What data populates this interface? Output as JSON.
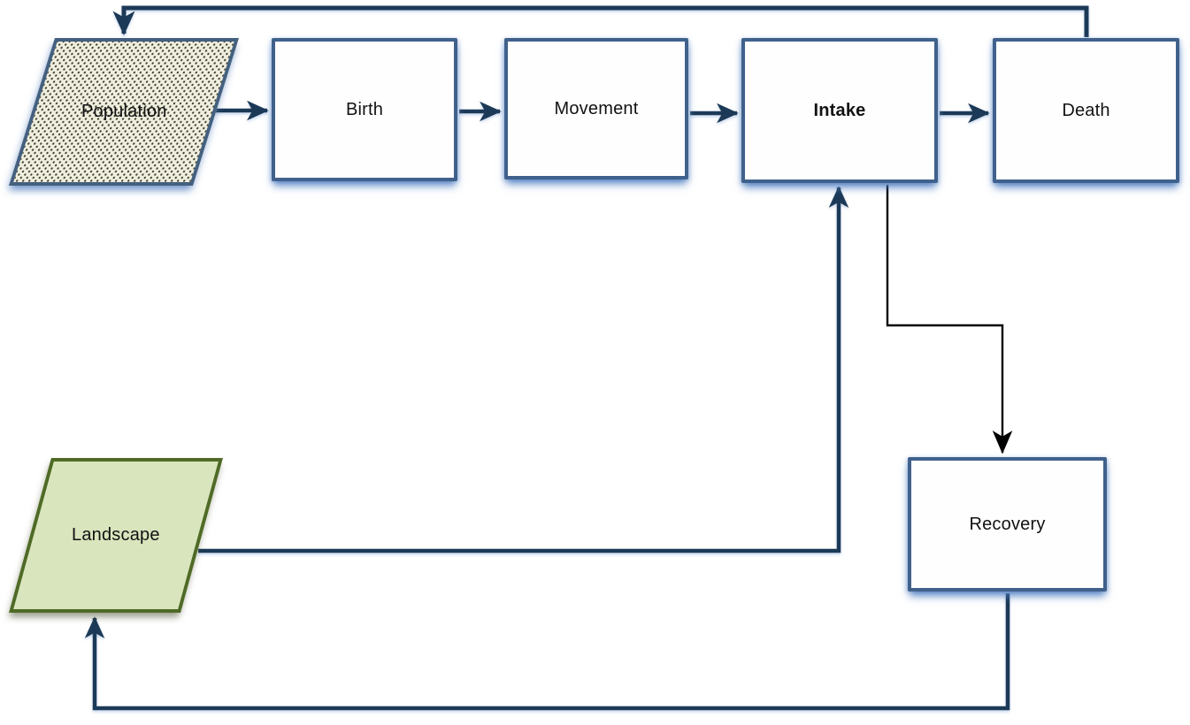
{
  "diagram_type": "flowchart",
  "nodes": {
    "population": {
      "label": "Population",
      "shape": "parallelogram",
      "fill": "#efeedf",
      "pattern": "dotted",
      "border_color": "#44607f"
    },
    "birth": {
      "label": "Birth",
      "shape": "rectangle",
      "fill": "#ffffff",
      "border_color": "#40618c"
    },
    "movement": {
      "label": "Movement",
      "shape": "rectangle",
      "fill": "#ffffff",
      "border_color": "#40618c"
    },
    "intake": {
      "label": "Intake",
      "shape": "rectangle",
      "fill": "#ffffff",
      "border_color": "#40618c",
      "bold": true
    },
    "death": {
      "label": "Death",
      "shape": "rectangle",
      "fill": "#ffffff",
      "border_color": "#40618c"
    },
    "recovery": {
      "label": "Recovery",
      "shape": "rectangle",
      "fill": "#ffffff",
      "border_color": "#40618c"
    },
    "landscape": {
      "label": "Landscape",
      "shape": "parallelogram",
      "fill": "#d9e5bd",
      "border_color": "#4f6a26"
    }
  },
  "edges": [
    {
      "from": "population",
      "to": "birth",
      "color": "#1c3a57",
      "route": "direct"
    },
    {
      "from": "birth",
      "to": "movement",
      "color": "#1c3a57",
      "route": "direct"
    },
    {
      "from": "movement",
      "to": "intake",
      "color": "#1c3a57",
      "route": "direct"
    },
    {
      "from": "intake",
      "to": "death",
      "color": "#1c3a57",
      "route": "direct"
    },
    {
      "from": "death",
      "to": "population",
      "color": "#1c3a57",
      "route": "top-feedback"
    },
    {
      "from": "landscape",
      "to": "intake",
      "color": "#1c3a57",
      "route": "elbow-up"
    },
    {
      "from": "intake",
      "to": "recovery",
      "color": "#000000",
      "route": "elbow-down"
    },
    {
      "from": "recovery",
      "to": "landscape",
      "color": "#1c3a57",
      "route": "bottom-feedback"
    }
  ],
  "colors": {
    "background": "#ffffff",
    "arrow_navy": "#1c3a57",
    "arrow_black": "#000000",
    "box_glow": "#4f81bd"
  }
}
